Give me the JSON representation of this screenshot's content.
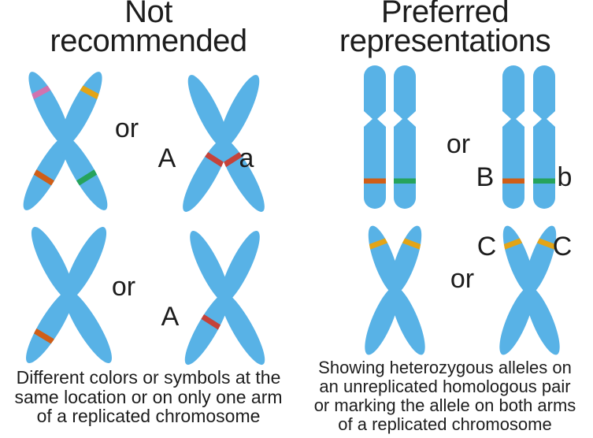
{
  "figure": {
    "left": {
      "title_lines": [
        "Not",
        "recommended"
      ],
      "or_top": "or",
      "or_bottom": "or",
      "allele_top_left": "A",
      "allele_top_right": "a",
      "allele_bottom": "A",
      "caption_lines": [
        "Different colors or symbols at the",
        "same location or on only one arm",
        "of a replicated chromosome"
      ]
    },
    "right": {
      "title_lines": [
        "Preferred",
        "representations"
      ],
      "or_top": "or",
      "or_bottom": "or",
      "allele_top_left": "B",
      "allele_top_right": "b",
      "allele_bottom_left": "C",
      "allele_bottom_right": "C",
      "caption_lines": [
        "Showing heterozygous alleles on",
        "an unreplicated homologous pair",
        "or marking the allele on both arms",
        "of a replicated chromosome"
      ]
    }
  },
  "colors": {
    "background": "#ffffff",
    "chromosome_blue": "#58b2e6",
    "band_pink": "#d173af",
    "band_gold": "#e3a416",
    "band_orange": "#d05e17",
    "band_green": "#26a35c",
    "band_red": "#c5423a",
    "text": "#1d1d1d"
  }
}
